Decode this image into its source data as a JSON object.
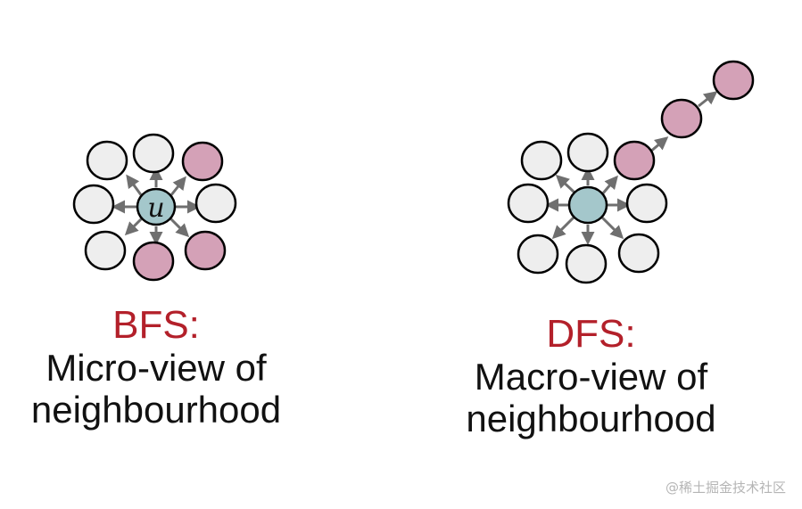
{
  "bfs": {
    "center_label": "u",
    "method": "BFS:",
    "desc_line1": "Micro-view of",
    "desc_line2": "neighbourhood"
  },
  "dfs": {
    "method": "DFS:",
    "desc_line1": "Macro-view of",
    "desc_line2": "neighbourhood"
  },
  "watermark": "@稀土掘金技术社区",
  "colors": {
    "center_node": "#a4c7cb",
    "visited_node": "#d4a1b7",
    "plain_node": "#eeeeee",
    "edge": "#6f6f6f",
    "method_text": "#b3202a"
  }
}
